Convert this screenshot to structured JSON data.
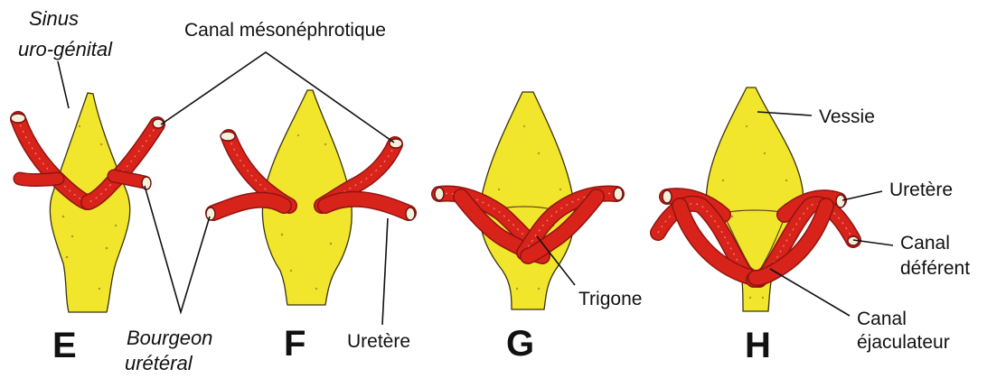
{
  "labels": {
    "sinus_line1": "Sinus",
    "sinus_line2": "uro-génital",
    "canal_meso": "Canal mésonéphrotique",
    "vessie": "Vessie",
    "uretere_h": "Uretère",
    "canal_def_line1": "Canal",
    "canal_def_line2": "déférent",
    "canal_eja_line1": "Canal",
    "canal_eja_line2": "éjaculateur",
    "trigone": "Trigone",
    "uretere_f": "Uretère",
    "bourgeon_line1": "Bourgeon",
    "bourgeon_line2": "urétéral"
  },
  "panels": [
    "E",
    "F",
    "G",
    "H"
  ],
  "colors": {
    "organ": "#f2e62c",
    "duct": "#d8231b",
    "text": "#111111"
  }
}
